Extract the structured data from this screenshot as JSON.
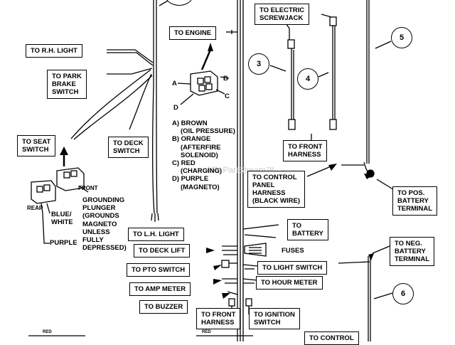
{
  "labels": {
    "rh_light": "TO R.H. LIGHT",
    "park_brake_1": "TO PARK",
    "park_brake_2": "BRAKE",
    "park_brake_3": "SWITCH",
    "seat_switch_1": "TO SEAT",
    "seat_switch_2": "SWITCH",
    "deck_switch_1": "TO DECK",
    "deck_switch_2": "SWITCH",
    "engine": "TO ENGINE",
    "electric_screwjack_1": "TO ELECTRIC",
    "electric_screwjack_2": "SCREWJACK",
    "front_harness_top_1": "TO FRONT",
    "front_harness_top_2": "HARNESS",
    "control_panel_1": "TO CONTROL",
    "control_panel_2": "PANEL",
    "control_panel_3": "HARNESS",
    "control_panel_4": "(BLACK WIRE)",
    "pos_battery_1": "TO POS.",
    "pos_battery_2": "BATTERY",
    "pos_battery_3": "TERMINAL",
    "lh_light": "TO L.H. LIGHT",
    "battery_1": "TO",
    "battery_2": "BATTERY",
    "deck_lift": "TO DECK LIFT",
    "fuses": "FUSES",
    "pto_switch": "TO PTO SWITCH",
    "light_switch": "TO LIGHT SWITCH",
    "amp_meter": "TO AMP METER",
    "hour_meter": "TO HOUR METER",
    "buzzer": "TO BUZZER",
    "front_harness_bottom_1": "TO FRONT",
    "front_harness_bottom_2": "HARNESS",
    "ignition_switch_1": "TO IGNITION",
    "ignition_switch_2": "SWITCH",
    "neg_battery_1": "TO NEG.",
    "neg_battery_2": "BATTERY",
    "neg_battery_3": "TERMINAL",
    "control_bottom": "TO CONTROL"
  },
  "connector_legend": {
    "a": "A",
    "b": "B",
    "c": "C",
    "d": "D",
    "lines": [
      "A) BROWN",
      "(OIL PRESSURE)",
      "B) ORANGE",
      "(AFTERFIRE",
      "SOLENOID)",
      "C) RED",
      "(CHARGING)",
      "D) PURPLE",
      "(MAGNETO)"
    ]
  },
  "switch_notes": {
    "front": "FRONT",
    "rear": "REAR",
    "blue_white_1": "BLUE/",
    "blue_white_2": "WHITE",
    "purple": "PURPLE",
    "grounding_lines": [
      "GROUNDING",
      "PLUNGER",
      "(GROUNDS",
      "MAGNETO",
      "UNLESS",
      "FULLY",
      "DEPRESSED)"
    ]
  },
  "callouts": [
    "3",
    "4",
    "5",
    "6"
  ],
  "wire_marks": [
    "RED",
    "RED"
  ],
  "watermark": "ARI PartStream™"
}
